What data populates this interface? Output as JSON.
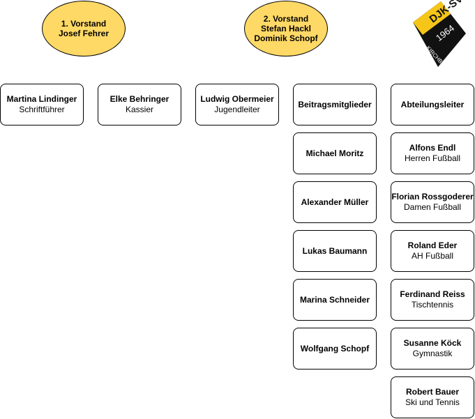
{
  "board": {
    "first": {
      "title": "1. Vorstand",
      "members": [
        "Josef Fehrer"
      ]
    },
    "second": {
      "title": "2. Vorstand",
      "members": [
        "Stefan Hackl",
        "Dominik Schopf"
      ]
    }
  },
  "logo": {
    "club": "DJK-SV",
    "year": "1964",
    "place": "KIRCHBERG v. W.",
    "colors": {
      "yellow": "#f5c518",
      "black": "#111111"
    }
  },
  "officers": [
    {
      "name": "Martina Lindinger",
      "role": "Schriftführer"
    },
    {
      "name": "Elke Behringer",
      "role": "Kassier"
    },
    {
      "name": "Ludwig Obermeier",
      "role": "Jugendleiter"
    }
  ],
  "beitrag": {
    "header": "Beitragsmitglieder",
    "members": [
      "Michael Moritz",
      "Alexander Müller",
      "Lukas Baumann",
      "Marina Schneider",
      "Wolfgang Schopf"
    ]
  },
  "abteilung": {
    "header": "Abteilungsleiter",
    "members": [
      {
        "name": "Alfons Endl",
        "role": "Herren Fußball"
      },
      {
        "name": "Florian Rossgoderer",
        "role": "Damen Fußball"
      },
      {
        "name": "Roland Eder",
        "role": "AH Fußball"
      },
      {
        "name": "Ferdinand Reiss",
        "role": "Tischtennis"
      },
      {
        "name": "Susanne Köck",
        "role": "Gymnastik"
      },
      {
        "name": "Robert Bauer",
        "role": "Ski und Tennis"
      }
    ]
  },
  "colors": {
    "ellipse_fill": "#ffd966",
    "node_border": "#000000",
    "node_fill": "#ffffff"
  }
}
